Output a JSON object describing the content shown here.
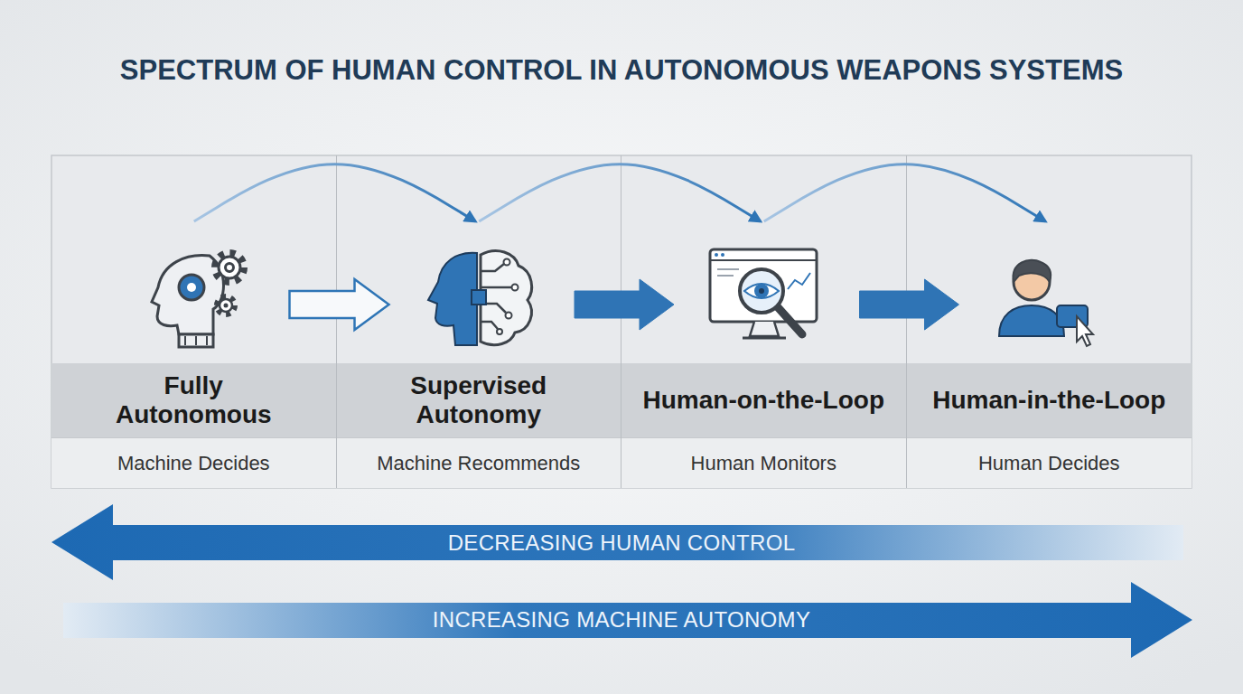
{
  "diagram": {
    "title": "SPECTRUM OF HUMAN CONTROL IN AUTONOMOUS WEAPONS SYSTEMS",
    "nodes": [
      {
        "text": [
          "Fully Autonomous",
          "Machine Decides"
        ]
      },
      {
        "text": [
          "Supervised Autonomy",
          "Machine Recommends"
        ]
      },
      {
        "text": [
          "Human-on-the-Loop",
          "Human Monitors"
        ]
      },
      {
        "text": [
          "Human-in-the-Loop",
          "Human Decides"
        ]
      }
    ],
    "edges": [
      {
        "from": 0,
        "to": 1,
        "arrow": "to"
      },
      {
        "from": 1,
        "to": 2,
        "arrow": "to"
      },
      {
        "from": 2,
        "to": 3,
        "arrow": "to"
      },
      {
        "from": 0,
        "to": 1,
        "arrow": "to"
      },
      {
        "from": 1,
        "to": 2,
        "arrow": "to"
      },
      {
        "from": 2,
        "to": 3,
        "arrow": "to"
      }
    ],
    "labels": [
      "DECREASING HUMAN CONTROL",
      "INCREASING MACHINE AUTONOMY"
    ]
  }
}
